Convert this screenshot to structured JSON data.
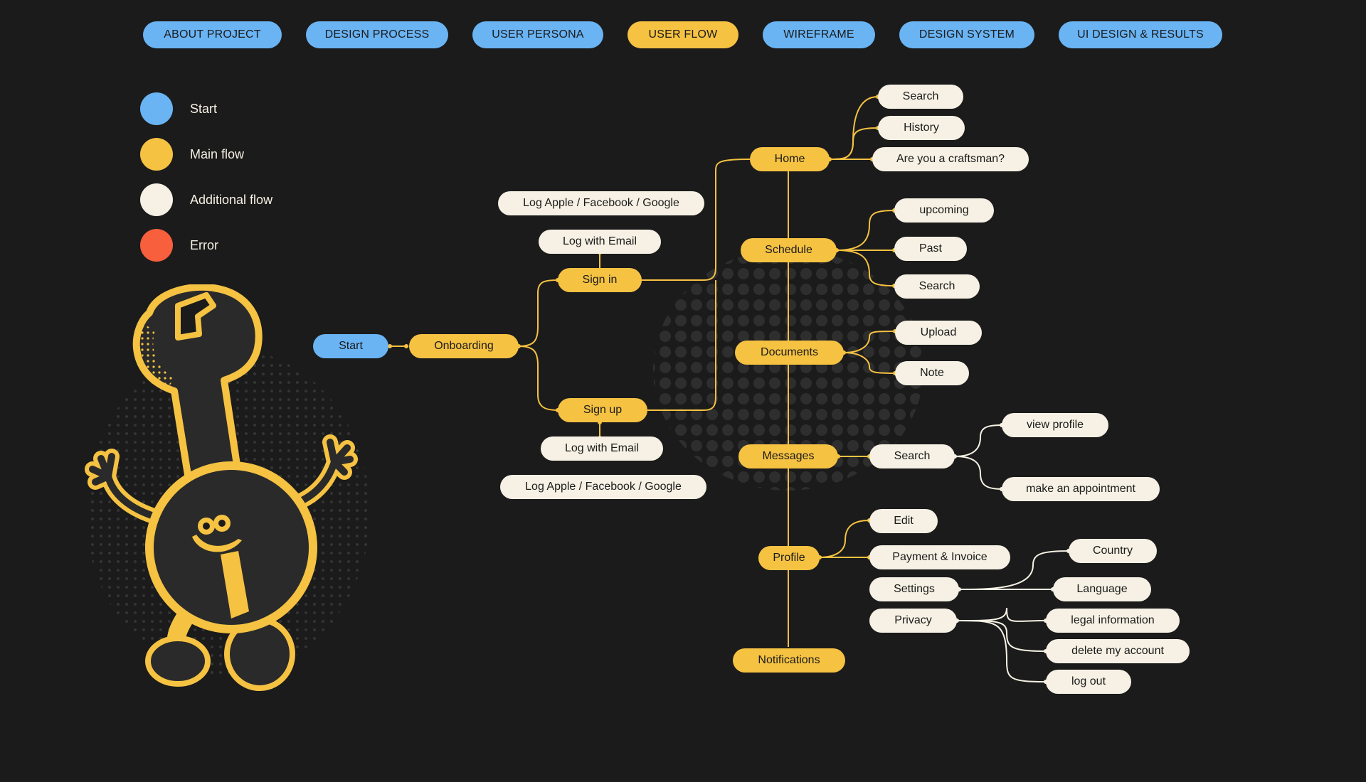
{
  "colors": {
    "background": "#1b1b1b",
    "start": "#6ab4f4",
    "main": "#f5c242",
    "additional": "#f6f1e4",
    "error": "#f75f3d",
    "line": "#f5c242",
    "line_additional": "#f6f1e4"
  },
  "nav": {
    "tabs": [
      {
        "label": "ABOUT PROJECT",
        "active": false
      },
      {
        "label": "DESIGN PROCESS",
        "active": false
      },
      {
        "label": "USER PERSONA",
        "active": false
      },
      {
        "label": "USER FLOW",
        "active": true
      },
      {
        "label": "WIREFRAME",
        "active": false
      },
      {
        "label": "DESIGN SYSTEM",
        "active": false
      },
      {
        "label": "UI DESIGN & RESULTS",
        "active": false
      }
    ]
  },
  "legend": {
    "items": [
      {
        "label": "Start",
        "color": "#6ab4f4"
      },
      {
        "label": "Main flow",
        "color": "#f5c242"
      },
      {
        "label": "Additional flow",
        "color": "#f6f1e4"
      },
      {
        "label": "Error",
        "color": "#f75f3d"
      }
    ]
  },
  "mascot": {
    "icon": "wrench-mascot-icon"
  },
  "flow": {
    "start": "Start",
    "onboarding": "Onboarding",
    "sign_in": "Sign in",
    "sign_in_email": "Log with Email",
    "sign_in_social": "Log Apple / Facebook / Google",
    "sign_up": "Sign up",
    "sign_up_email": "Log with Email",
    "sign_up_social": "Log Apple / Facebook / Google",
    "home": "Home",
    "home_search": "Search",
    "home_history": "History",
    "home_craftsman": "Are you a craftsman?",
    "schedule": "Schedule",
    "schedule_upcoming": "upcoming",
    "schedule_past": "Past",
    "schedule_search": "Search",
    "documents": "Documents",
    "documents_upload": "Upload",
    "documents_note": "Note",
    "messages": "Messages",
    "messages_search": "Search",
    "view_profile": "view profile",
    "make_appointment": "make an appointment",
    "profile": "Profile",
    "profile_edit": "Edit",
    "profile_payment": "Payment & Invoice",
    "profile_settings": "Settings",
    "settings_country": "Country",
    "settings_language": "Language",
    "profile_privacy": "Privacy",
    "privacy_legal": "legal information",
    "privacy_delete": "delete my account",
    "privacy_logout": "log out",
    "notifications": "Notifications"
  }
}
